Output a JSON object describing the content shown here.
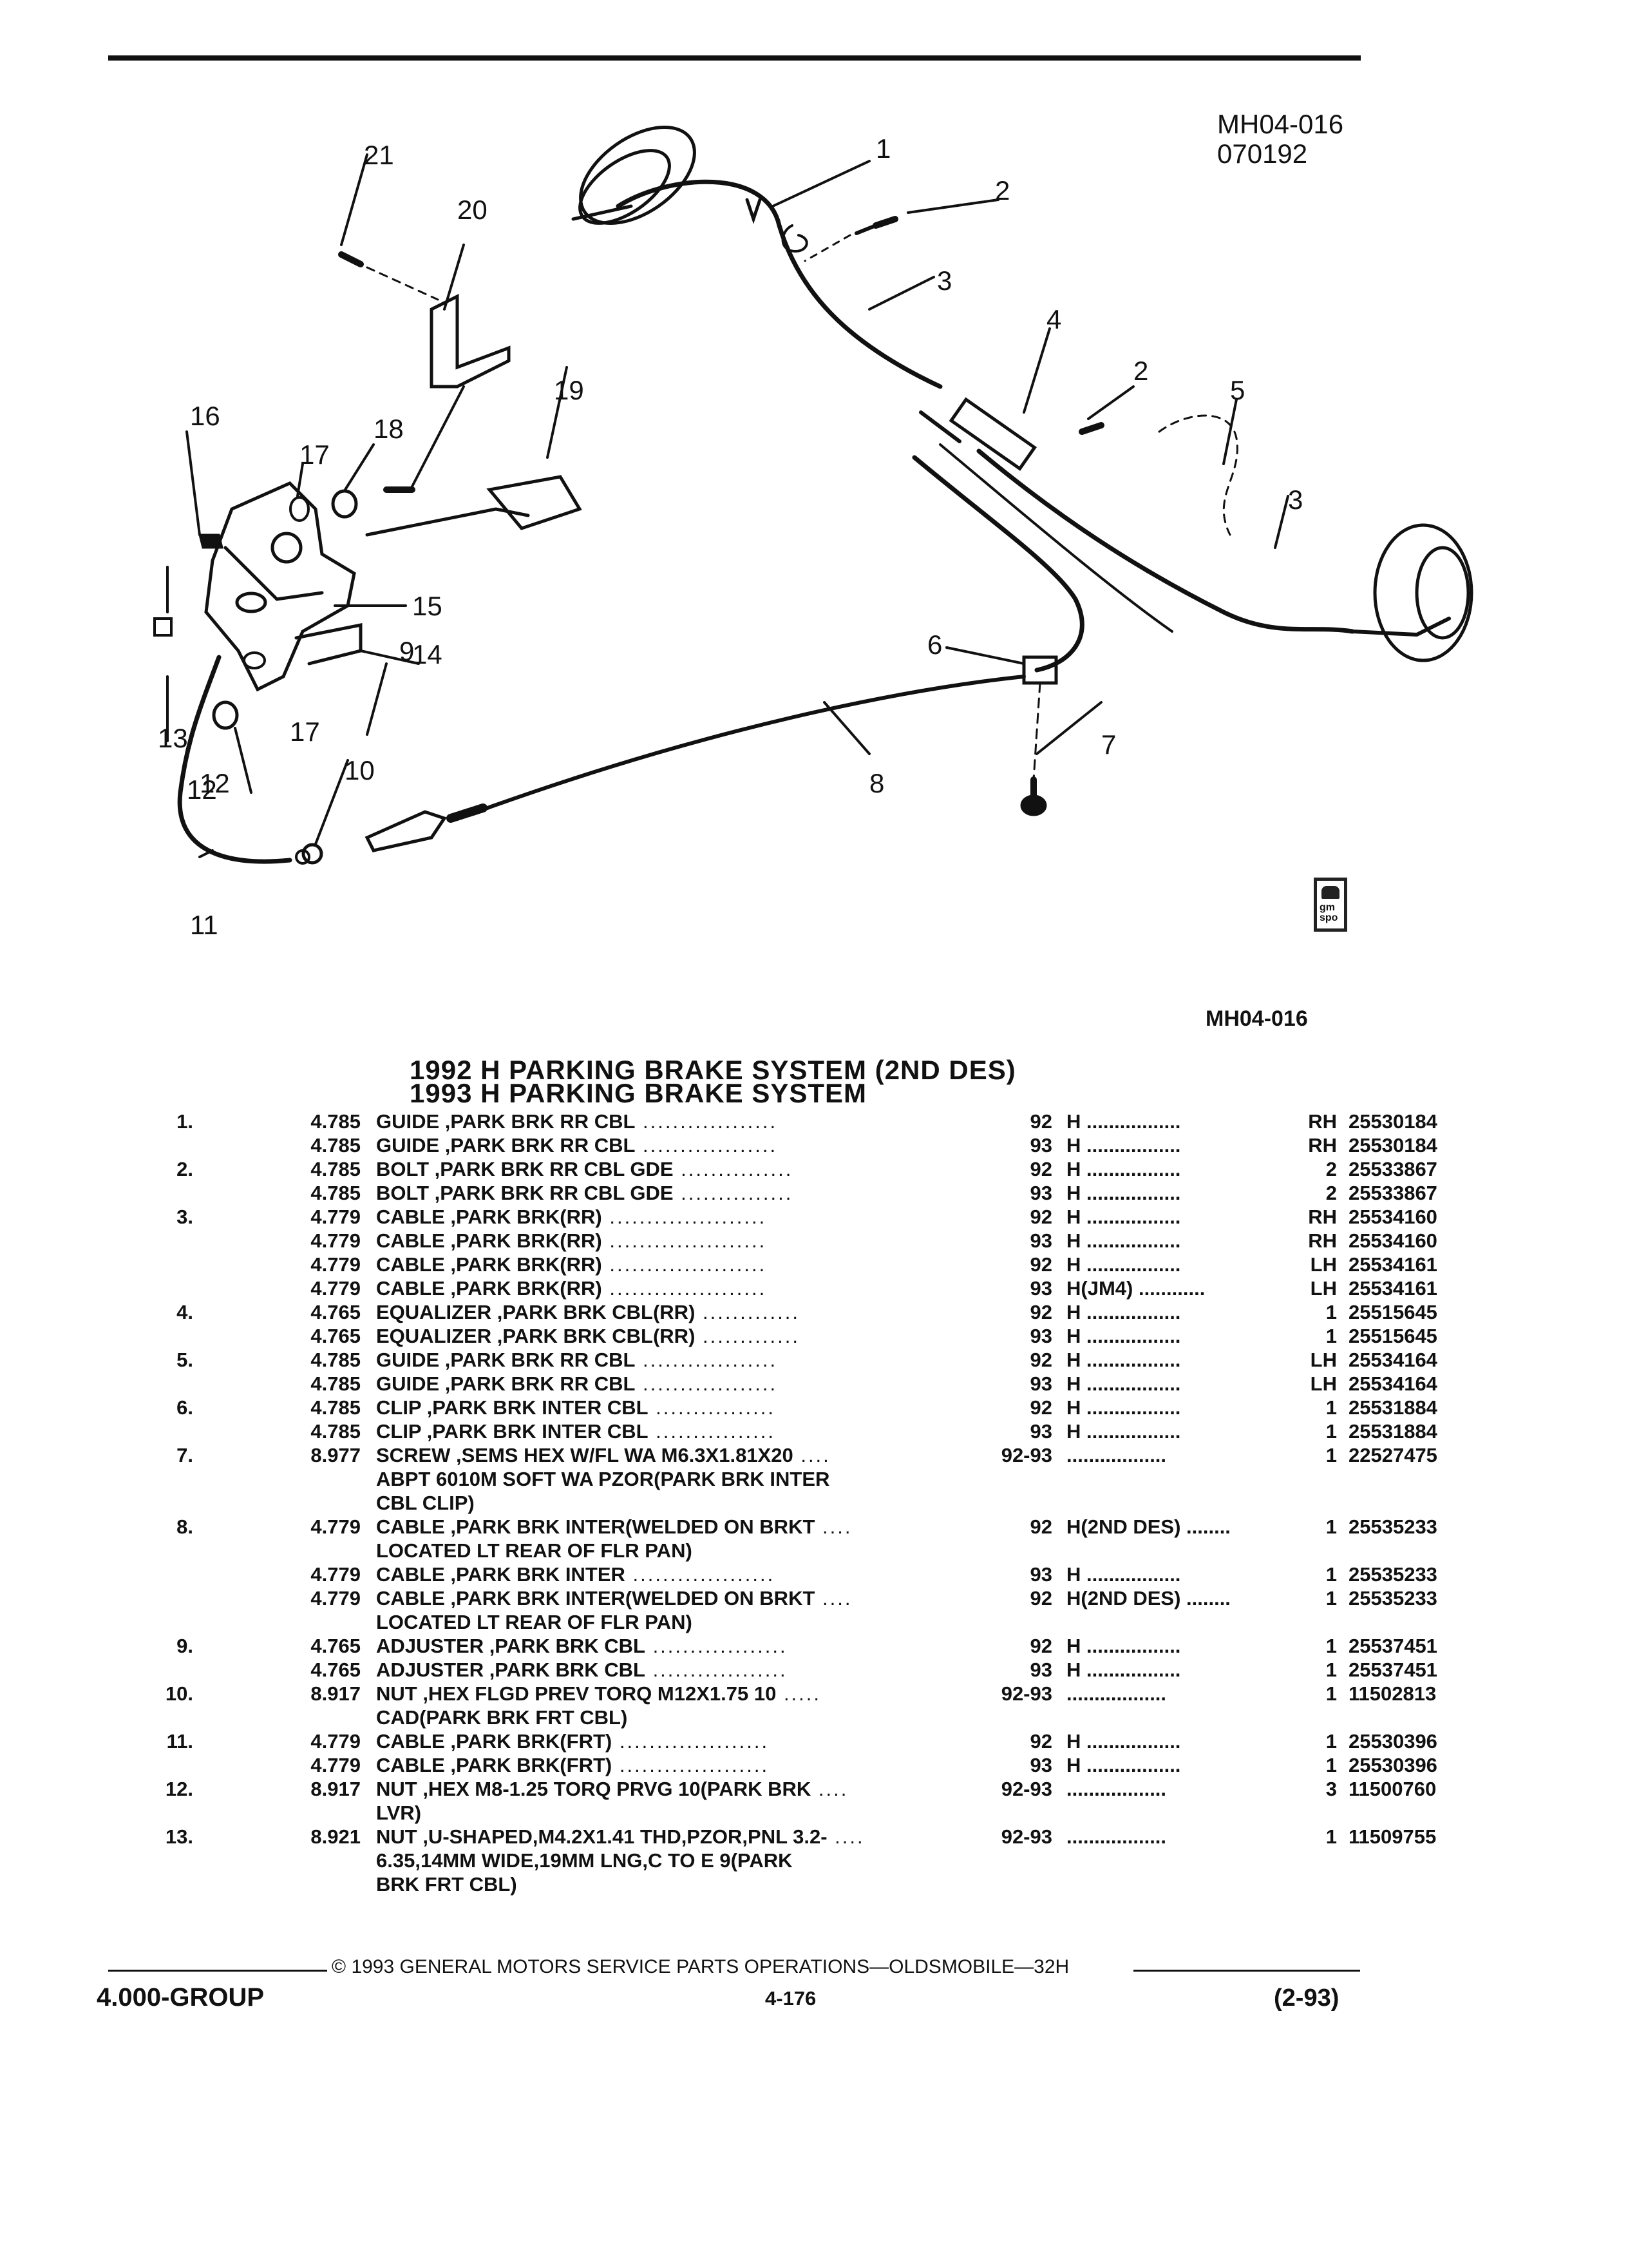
{
  "diagram": {
    "ref_code": "MH04-016",
    "ref_date": "070192",
    "callouts": [
      "1",
      "2",
      "3",
      "4",
      "2",
      "5",
      "3",
      "6",
      "7",
      "8",
      "9",
      "10",
      "11",
      "12",
      "13",
      "14",
      "15",
      "16",
      "17",
      "12",
      "18",
      "19",
      "20",
      "21",
      "17"
    ],
    "id_label": "MH04-016",
    "logo_text": "gm spo"
  },
  "titles": {
    "line1": "1992 H PARKING BRAKE SYSTEM (2ND DES)",
    "line2": "1993 H PARKING BRAKE SYSTEM"
  },
  "parts": [
    {
      "num": "1.",
      "group": "4.785",
      "desc": "GUIDE ,PARK BRK RR CBL",
      "year": "92",
      "model": "H",
      "qty": "RH",
      "part": "25530184"
    },
    {
      "num": "",
      "group": "4.785",
      "desc": "GUIDE ,PARK BRK RR CBL",
      "year": "93",
      "model": "H",
      "qty": "RH",
      "part": "25530184"
    },
    {
      "num": "2.",
      "group": "4.785",
      "desc": "BOLT ,PARK BRK RR CBL GDE",
      "year": "92",
      "model": "H",
      "qty": "2",
      "part": "25533867"
    },
    {
      "num": "",
      "group": "4.785",
      "desc": "BOLT ,PARK BRK RR CBL GDE",
      "year": "93",
      "model": "H",
      "qty": "2",
      "part": "25533867"
    },
    {
      "num": "3.",
      "group": "4.779",
      "desc": "CABLE ,PARK BRK(RR)",
      "year": "92",
      "model": "H",
      "qty": "RH",
      "part": "25534160"
    },
    {
      "num": "",
      "group": "4.779",
      "desc": "CABLE ,PARK BRK(RR)",
      "year": "93",
      "model": "H",
      "qty": "RH",
      "part": "25534160"
    },
    {
      "num": "",
      "group": "4.779",
      "desc": "CABLE ,PARK BRK(RR)",
      "year": "92",
      "model": "H",
      "qty": "LH",
      "part": "25534161"
    },
    {
      "num": "",
      "group": "4.779",
      "desc": "CABLE ,PARK BRK(RR)",
      "year": "93",
      "model": "H(JM4)",
      "qty": "LH",
      "part": "25534161"
    },
    {
      "num": "4.",
      "group": "4.765",
      "desc": "EQUALIZER ,PARK BRK CBL(RR)",
      "year": "92",
      "model": "H",
      "qty": "1",
      "part": "25515645"
    },
    {
      "num": "",
      "group": "4.765",
      "desc": "EQUALIZER ,PARK BRK CBL(RR)",
      "year": "93",
      "model": "H",
      "qty": "1",
      "part": "25515645"
    },
    {
      "num": "5.",
      "group": "4.785",
      "desc": "GUIDE ,PARK BRK RR CBL",
      "year": "92",
      "model": "H",
      "qty": "LH",
      "part": "25534164"
    },
    {
      "num": "",
      "group": "4.785",
      "desc": "GUIDE ,PARK BRK RR CBL",
      "year": "93",
      "model": "H",
      "qty": "LH",
      "part": "25534164"
    },
    {
      "num": "6.",
      "group": "4.785",
      "desc": "CLIP ,PARK BRK INTER CBL",
      "year": "92",
      "model": "H",
      "qty": "1",
      "part": "25531884"
    },
    {
      "num": "",
      "group": "4.785",
      "desc": "CLIP ,PARK BRK INTER CBL",
      "year": "93",
      "model": "H",
      "qty": "1",
      "part": "25531884"
    },
    {
      "num": "7.",
      "group": "8.977",
      "desc": "SCREW ,SEMS HEX W/FL WA M6.3X1.81X20",
      "year": "92-93",
      "model": "",
      "qty": "1",
      "part": "22527475"
    },
    {
      "num": "",
      "group": "",
      "desc": "ABPT 6010M SOFT WA PZOR(PARK BRK INTER",
      "year": "",
      "model": "",
      "qty": "",
      "part": ""
    },
    {
      "num": "",
      "group": "",
      "desc": "CBL CLIP)",
      "year": "",
      "model": "",
      "qty": "",
      "part": ""
    },
    {
      "num": "8.",
      "group": "4.779",
      "desc": "CABLE ,PARK BRK INTER(WELDED ON BRKT",
      "year": "92",
      "model": "H(2ND DES)",
      "qty": "1",
      "part": "25535233"
    },
    {
      "num": "",
      "group": "",
      "desc": "LOCATED LT REAR OF FLR PAN)",
      "year": "",
      "model": "",
      "qty": "",
      "part": ""
    },
    {
      "num": "",
      "group": "4.779",
      "desc": "CABLE ,PARK BRK INTER",
      "year": "93",
      "model": "H",
      "qty": "1",
      "part": "25535233"
    },
    {
      "num": "",
      "group": "4.779",
      "desc": "CABLE ,PARK BRK INTER(WELDED ON BRKT",
      "year": "92",
      "model": "H(2ND DES)",
      "qty": "1",
      "part": "25535233"
    },
    {
      "num": "",
      "group": "",
      "desc": "LOCATED LT REAR OF FLR PAN)",
      "year": "",
      "model": "",
      "qty": "",
      "part": ""
    },
    {
      "num": "9.",
      "group": "4.765",
      "desc": "ADJUSTER ,PARK BRK CBL",
      "year": "92",
      "model": "H",
      "qty": "1",
      "part": "25537451"
    },
    {
      "num": "",
      "group": "4.765",
      "desc": "ADJUSTER ,PARK BRK CBL",
      "year": "93",
      "model": "H",
      "qty": "1",
      "part": "25537451"
    },
    {
      "num": "10.",
      "group": "8.917",
      "desc": "NUT ,HEX FLGD PREV TORQ M12X1.75 10",
      "year": "92-93",
      "model": "",
      "qty": "1",
      "part": "11502813"
    },
    {
      "num": "",
      "group": "",
      "desc": "CAD(PARK BRK FRT CBL)",
      "year": "",
      "model": "",
      "qty": "",
      "part": ""
    },
    {
      "num": "11.",
      "group": "4.779",
      "desc": "CABLE ,PARK BRK(FRT)",
      "year": "92",
      "model": "H",
      "qty": "1",
      "part": "25530396"
    },
    {
      "num": "",
      "group": "4.779",
      "desc": "CABLE ,PARK BRK(FRT)",
      "year": "93",
      "model": "H",
      "qty": "1",
      "part": "25530396"
    },
    {
      "num": "12.",
      "group": "8.917",
      "desc": "NUT ,HEX M8-1.25 TORQ PRVG 10(PARK BRK",
      "year": "92-93",
      "model": "",
      "qty": "3",
      "part": "11500760"
    },
    {
      "num": "",
      "group": "",
      "desc": "LVR)",
      "year": "",
      "model": "",
      "qty": "",
      "part": ""
    },
    {
      "num": "13.",
      "group": "8.921",
      "desc": "NUT ,U-SHAPED,M4.2X1.41 THD,PZOR,PNL 3.2-",
      "year": "92-93",
      "model": "",
      "qty": "1",
      "part": "11509755"
    },
    {
      "num": "",
      "group": "",
      "desc": "6.35,14MM WIDE,19MM LNG,C TO E 9(PARK",
      "year": "",
      "model": "",
      "qty": "",
      "part": ""
    },
    {
      "num": "",
      "group": "",
      "desc": "BRK FRT CBL)",
      "year": "",
      "model": "",
      "qty": "",
      "part": ""
    }
  ],
  "footer": {
    "copyright": "© 1993 GENERAL MOTORS SERVICE PARTS OPERATIONS—OLDSMOBILE—32H",
    "group": "4.000-GROUP",
    "page": "4-176",
    "revision": "(2-93)"
  }
}
